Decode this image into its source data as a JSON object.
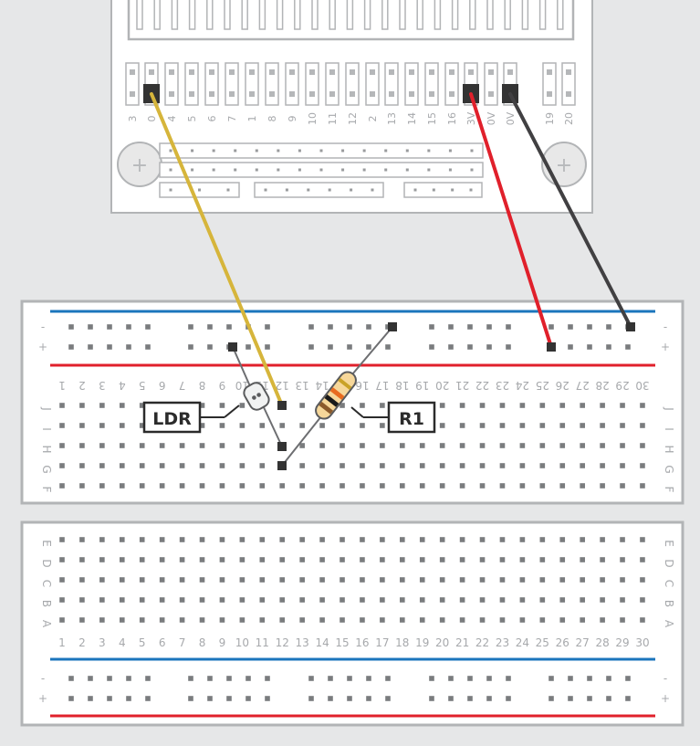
{
  "colors": {
    "background": "#e6e7e8",
    "board": "#ffffff",
    "board_outline": "#b2b4b6",
    "hole": "#7a7c7e",
    "hole_light": "#b5b7b9",
    "rail_blue": "#1b75bc",
    "rail_red": "#e0202b",
    "wire_yellow": "#d6b53b",
    "wire_red": "#e0202b",
    "wire_black": "#414042",
    "label_text": "#a7a9ac",
    "callout_border": "#2b2b2b"
  },
  "header": {
    "pin_labels": [
      "3",
      "0",
      "4",
      "5",
      "6",
      "7",
      "1",
      "8",
      "9",
      "10",
      "11",
      "12",
      "2",
      "13",
      "14",
      "15",
      "16",
      "3V",
      "0V",
      "0V",
      "19",
      "20"
    ],
    "mount_symbol": "+"
  },
  "breadboard": {
    "column_numbers": [
      "1",
      "2",
      "3",
      "4",
      "5",
      "6",
      "7",
      "8",
      "9",
      "10",
      "11",
      "12",
      "13",
      "14",
      "15",
      "16",
      "17",
      "18",
      "19",
      "20",
      "21",
      "22",
      "23",
      "24",
      "25",
      "26",
      "27",
      "28",
      "29",
      "30"
    ],
    "upper_row_labels": [
      "J",
      "I",
      "H",
      "G",
      "F"
    ],
    "lower_row_labels": [
      "E",
      "D",
      "C",
      "B",
      "A"
    ],
    "rail_minus": "-",
    "rail_plus": "+"
  },
  "components": {
    "ldr_label": "LDR",
    "resistor_label": "R1"
  }
}
